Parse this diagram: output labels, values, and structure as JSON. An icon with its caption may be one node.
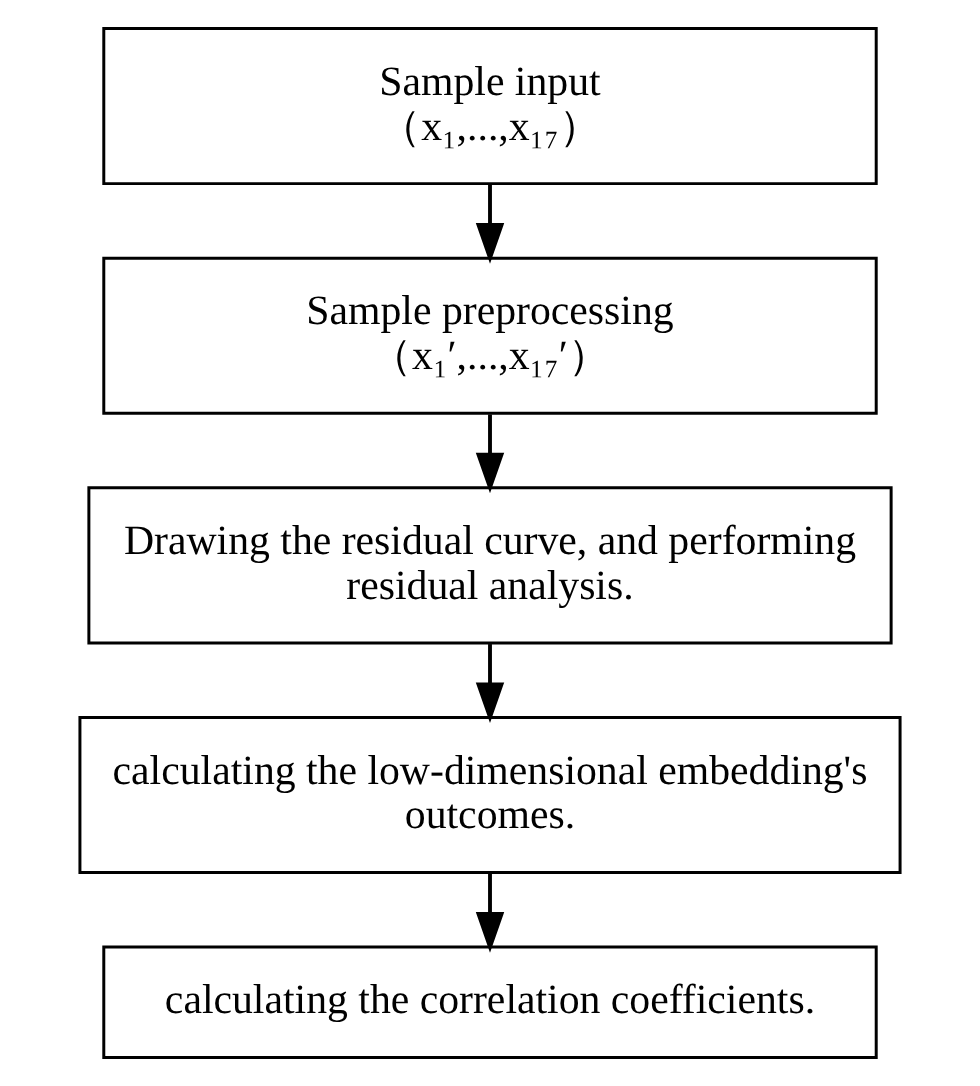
{
  "diagram": {
    "nodes": [
      {
        "text": [
          "Sample input",
          "（x₁,...,x₁₇）"
        ]
      },
      {
        "text": [
          "Sample preprocessing",
          "（x₁′,...,x₁₇′）"
        ]
      },
      {
        "text": [
          "Drawing the residual curve, and performing residual analysis."
        ]
      },
      {
        "text": [
          "calculating the low-dimensional embedding's outcomes."
        ]
      },
      {
        "text": [
          "calculating the correlation coefficients."
        ]
      }
    ],
    "edges": [
      {
        "from": 0,
        "to": 1,
        "arrow": "to"
      },
      {
        "from": 1,
        "to": 2,
        "arrow": "to"
      },
      {
        "from": 2,
        "to": 3,
        "arrow": "to"
      },
      {
        "from": 3,
        "to": 4,
        "arrow": "to"
      }
    ]
  }
}
